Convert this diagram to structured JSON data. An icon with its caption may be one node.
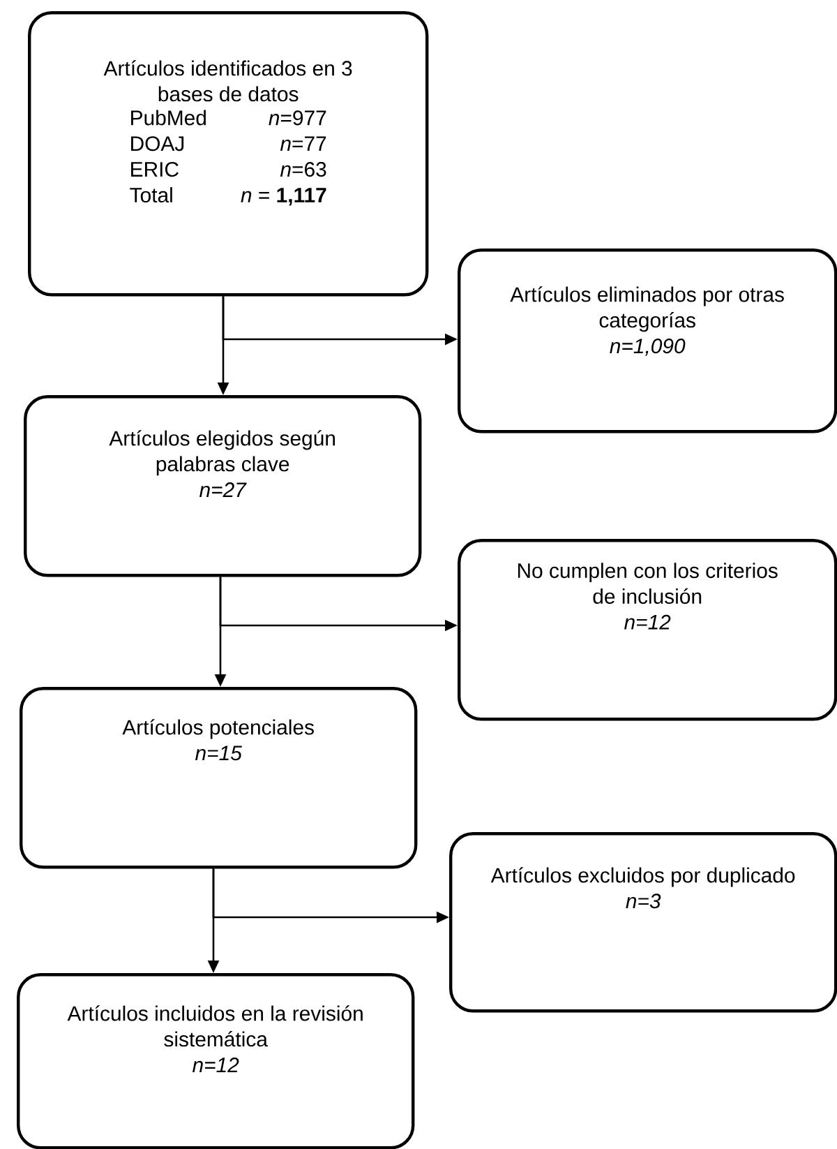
{
  "diagram": {
    "nodes": [
      {
        "text": [
          "Artículos identificados en 3 bases de datos",
          "PubMed",
          "*n*=977",
          "DOAJ",
          "*n*=77",
          "ERIC",
          "*n*=63",
          "Total",
          "*n* = **1,117**"
        ]
      },
      {
        "text": [
          "Artículos eliminados por otras categorías",
          "n=1,090"
        ]
      },
      {
        "text": [
          "Artículos elegidos según palabras clave",
          "n=27"
        ]
      },
      {
        "text": [
          "No cumplen con los criterios de inclusión",
          "n=12"
        ]
      },
      {
        "text": [
          "Artículos potenciales",
          "n=15"
        ]
      },
      {
        "text": [
          "Artículos excluidos por duplicado",
          "n=3"
        ]
      },
      {
        "text": [
          "Artículos incluidos en la revisión sistemática",
          "n=12"
        ]
      }
    ],
    "edges": [
      {
        "from": 0,
        "to": 2,
        "arrow": "to"
      },
      {
        "from": 0,
        "to": 1,
        "arrow": "to"
      },
      {
        "from": 2,
        "to": 4,
        "arrow": "to"
      },
      {
        "from": 2,
        "to": 3,
        "arrow": "to"
      },
      {
        "from": 4,
        "to": 6,
        "arrow": "to"
      },
      {
        "from": 4,
        "to": 5,
        "arrow": "to"
      }
    ]
  }
}
